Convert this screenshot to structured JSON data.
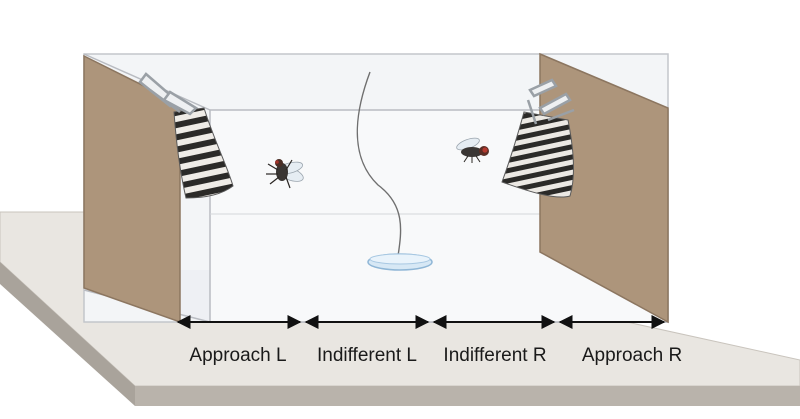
{
  "zones": [
    {
      "label": "Approach L"
    },
    {
      "label": "Indifferent L"
    },
    {
      "label": "Indifferent R"
    },
    {
      "label": "Approach R"
    }
  ],
  "colors": {
    "platform_top": "#e9e6e1",
    "platform_side": "#b9b3ab",
    "panel": "#ad957b",
    "panel_edge": "#8c7660",
    "glass_edge": "#b9bcc2",
    "glass_fill": "#f3f5f7",
    "dish": "#bcd8ee",
    "arrow": "#111111"
  }
}
